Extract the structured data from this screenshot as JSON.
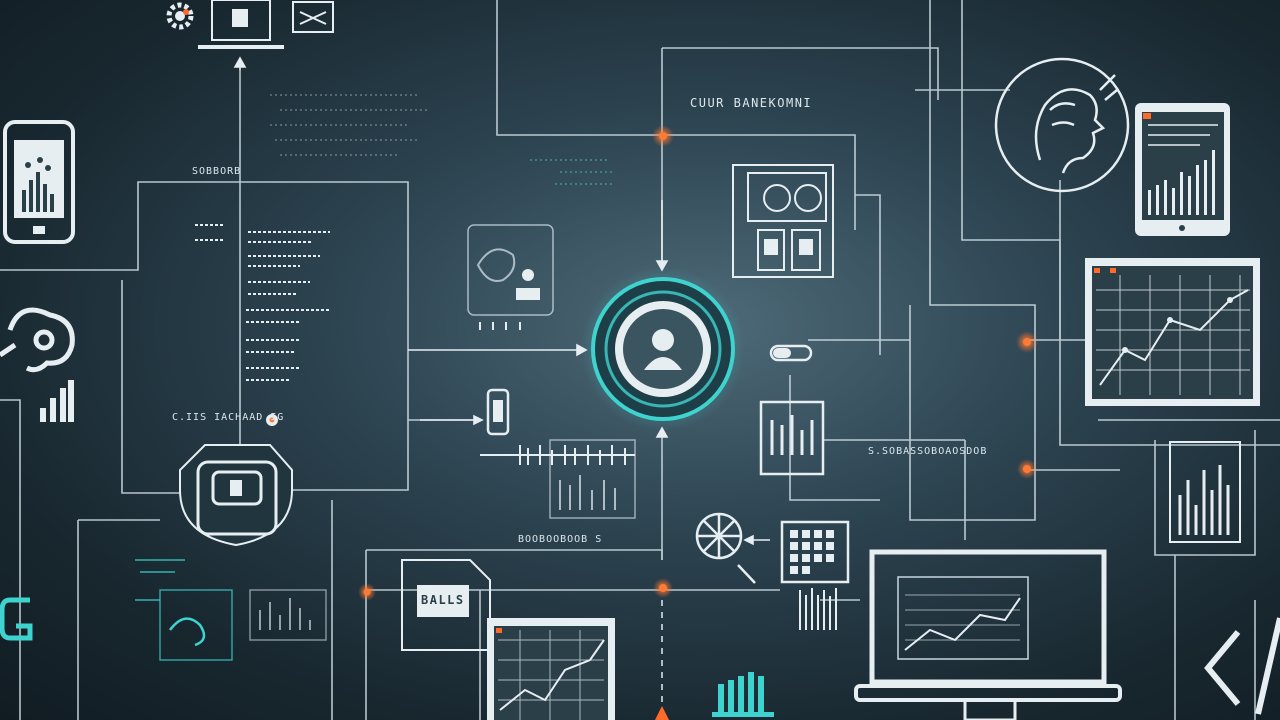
{
  "scene": {
    "accent_cyan": "#3fd3cf",
    "accent_orange": "#ff6a2a",
    "line_color": "#d4e1e7",
    "background": "#1e313b"
  },
  "labels": {
    "header": "CUUR BANEKOMNI",
    "left_top": "SOBBORB",
    "left_mid": "C.IIS IACHAAD IG",
    "right_mid": "S.SOBASSOBOAOSDOB",
    "bottom_center": "BOOBOOBOOB S",
    "bottom_sign": "BALLS"
  },
  "icons": [
    "gear-icon",
    "laptop-icon",
    "monitor-icon",
    "smartphone-icon",
    "user-profile-icon",
    "head-profile-icon",
    "tablet-chart-icon",
    "chart-screen-icon",
    "signal-bars-icon",
    "pie-chart-icon",
    "code-brackets-icon",
    "lock-shield-icon",
    "barcode-icon"
  ]
}
